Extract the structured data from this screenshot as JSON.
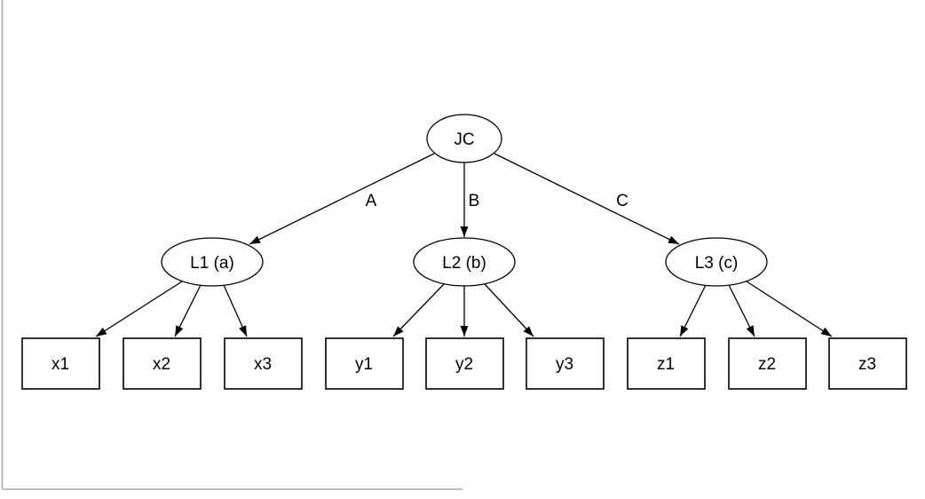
{
  "diagram": {
    "type": "directed-graph",
    "root_node": {
      "label": "JC"
    },
    "latent_nodes": [
      {
        "label": "L1 (a)"
      },
      {
        "label": "L2 (b)"
      },
      {
        "label": "L3 (c)"
      }
    ],
    "observed_nodes": [
      {
        "label": "x1"
      },
      {
        "label": "x2"
      },
      {
        "label": "x3"
      },
      {
        "label": "y1"
      },
      {
        "label": "y2"
      },
      {
        "label": "y3"
      },
      {
        "label": "z1"
      },
      {
        "label": "z2"
      },
      {
        "label": "z3"
      }
    ],
    "labeled_edges": [
      {
        "from": "JC",
        "to": "L1 (a)",
        "label": "A"
      },
      {
        "from": "JC",
        "to": "L2 (b)",
        "label": "B"
      },
      {
        "from": "JC",
        "to": "L3 (c)",
        "label": "C"
      }
    ],
    "unlabeled_edges": [
      {
        "from": "L1 (a)",
        "to": "x1"
      },
      {
        "from": "L1 (a)",
        "to": "x2"
      },
      {
        "from": "L1 (a)",
        "to": "x3"
      },
      {
        "from": "L2 (b)",
        "to": "y1"
      },
      {
        "from": "L2 (b)",
        "to": "y2"
      },
      {
        "from": "L2 (b)",
        "to": "y3"
      },
      {
        "from": "L3 (c)",
        "to": "z1"
      },
      {
        "from": "L3 (c)",
        "to": "z2"
      },
      {
        "from": "L3 (c)",
        "to": "z3"
      }
    ],
    "colors": {
      "node_stroke": "#000000",
      "node_fill": "#ffffff",
      "text": "#000000",
      "frame_line": "#a9a9a9"
    }
  }
}
